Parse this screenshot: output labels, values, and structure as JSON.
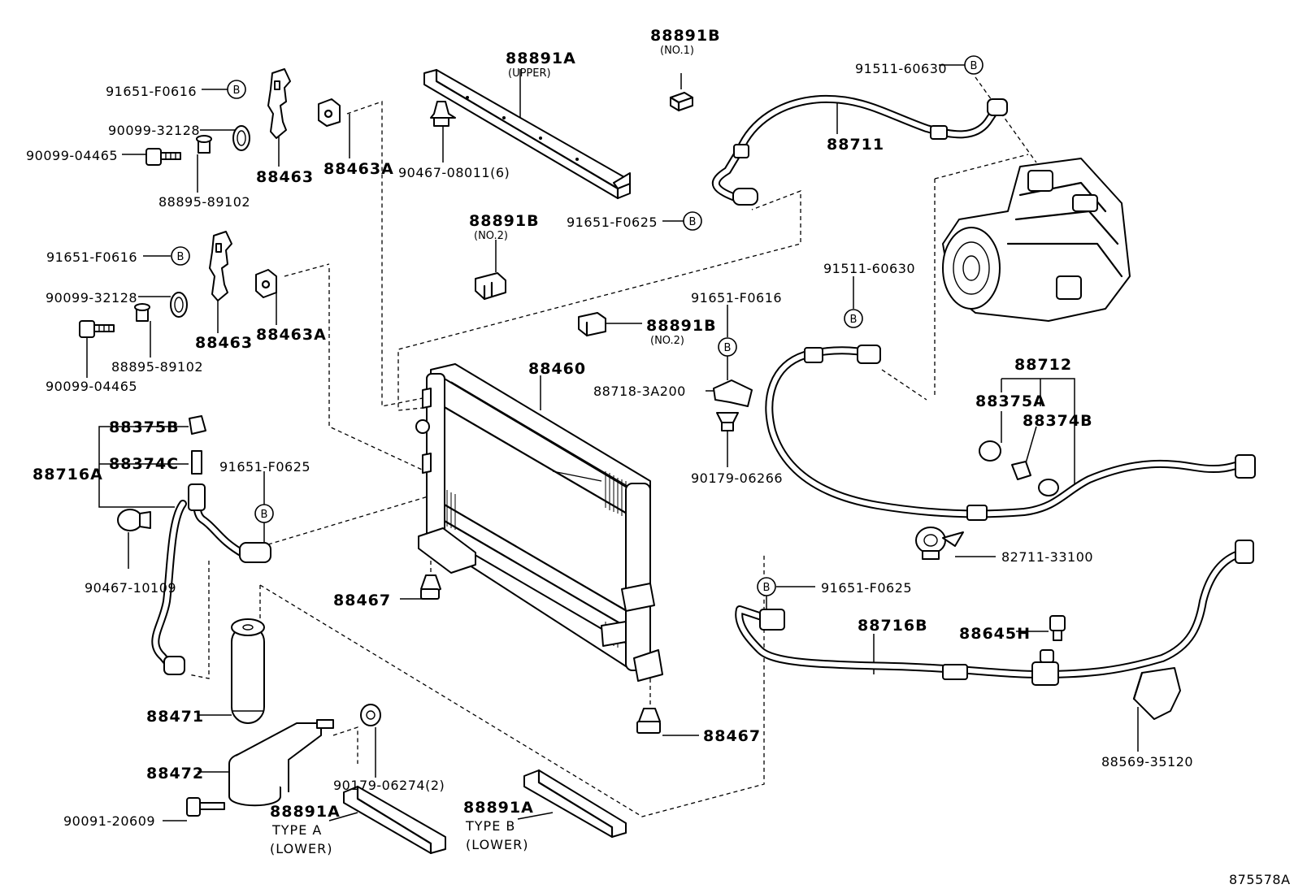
{
  "diagram": {
    "figure_id": "875578A",
    "labels": {
      "p88891b_no1": "88891B",
      "p88891b_no1_sub": "(NO.1)",
      "p88891a_upper": "88891A",
      "p88891a_upper_sub": "(UPPER)",
      "p91511_top": "91511-60630",
      "p91651_f0616_a": "91651-F0616",
      "p90099_32128_a": "90099-32128",
      "p90099_04465_a": "90099-04465",
      "p88463_a": "88463",
      "p88463a_a": "88463A",
      "p88895_a": "88895-89102",
      "p90467_08011": "90467-08011(6)",
      "p88711": "88711",
      "p88891b_no2a": "88891B",
      "p88891b_no2a_sub": "(NO.2)",
      "p91651_f0625_top": "91651-F0625",
      "p91651_f0616_b": "91651-F0616",
      "p90099_32128_b": "90099-32128",
      "p88463_b": "88463",
      "p88463a_b": "88463A",
      "p88895_b": "88895-89102",
      "p90099_04465_b": "90099-04465",
      "p91511_mid": "91511-60630",
      "p91651_f0616_c": "91651-F0616",
      "p88891b_no2b": "88891B",
      "p88891b_no2b_sub": "(NO.2)",
      "p88460": "88460",
      "p88718": "88718-3A200",
      "p88712": "88712",
      "p88375a": "88375A",
      "p88374b": "88374B",
      "p90179_06266": "90179-06266",
      "p88375b": "88375B",
      "p88374c": "88374C",
      "p88716a": "88716A",
      "p91651_f0625_left": "91651-F0625",
      "p90467_10109": "90467-10109",
      "p82711": "82711-33100",
      "p88467_a": "88467",
      "p91651_f0625_right": "91651-F0625",
      "p88716b": "88716B",
      "p88645h": "88645H",
      "p88471": "88471",
      "p88467_b": "88467",
      "p88472": "88472",
      "p90179_06274": "90179-06274(2)",
      "p88569": "88569-35120",
      "p90091": "90091-20609",
      "p88891a_lower_a": "88891A",
      "p88891a_lower_a_t1": "TYPE A",
      "p88891a_lower_a_t2": "(LOWER)",
      "p88891a_lower_b": "88891A",
      "p88891a_lower_b_t1": "TYPE B",
      "p88891a_lower_b_t2": "(LOWER)",
      "bolt_marker": "B"
    }
  }
}
